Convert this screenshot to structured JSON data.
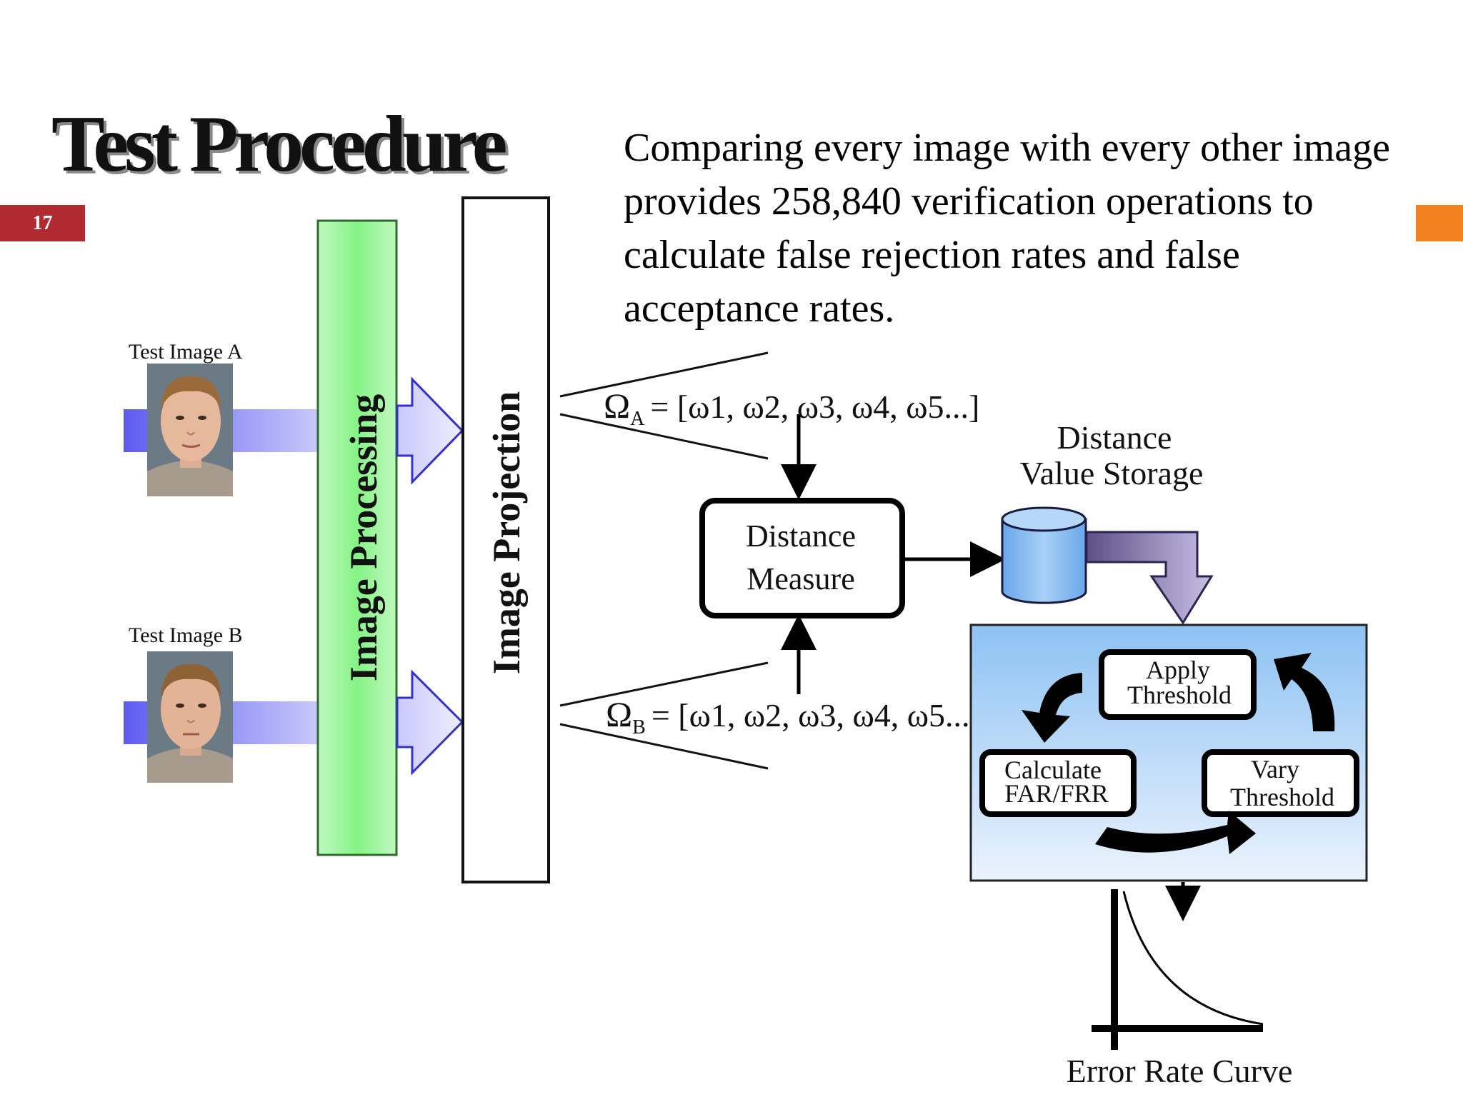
{
  "slide": {
    "title": "Test Procedure",
    "number": "17",
    "description": "Comparing every image with every other image provides 258,840 verification operations to calculate false rejection rates and false acceptance rates."
  },
  "diagram": {
    "test_image_a": "Test Image A",
    "test_image_b": "Test Image B",
    "image_processing": "Image Processing",
    "image_projection": "Image Projection",
    "omega_a": {
      "symbol": "Ω",
      "sub": "A",
      "vector": "= [ω1, ω2, ω3, ω4, ω5...]"
    },
    "omega_b": {
      "symbol": "Ω",
      "sub": "B",
      "vector": "= [ω1, ω2, ω3, ω4, ω5...]"
    },
    "distance_measure": [
      "Distance",
      "Measure"
    ],
    "distance_storage": [
      "Distance",
      "Value Storage"
    ],
    "apply_threshold": [
      "Apply",
      "Threshold"
    ],
    "calculate_far_frr": [
      "Calculate",
      "FAR/FRR"
    ],
    "vary_threshold": [
      "Vary",
      "Threshold"
    ],
    "error_rate_curve": "Error Rate Curve"
  },
  "colors": {
    "slide_number_bg": "#b02a30",
    "accent": "#f4811f",
    "processing_green": "#8ef58e",
    "arrow_blue": "#6b6bf0",
    "storage_blue": "#8fbff2",
    "loop_panel": "#9cc8f4"
  }
}
